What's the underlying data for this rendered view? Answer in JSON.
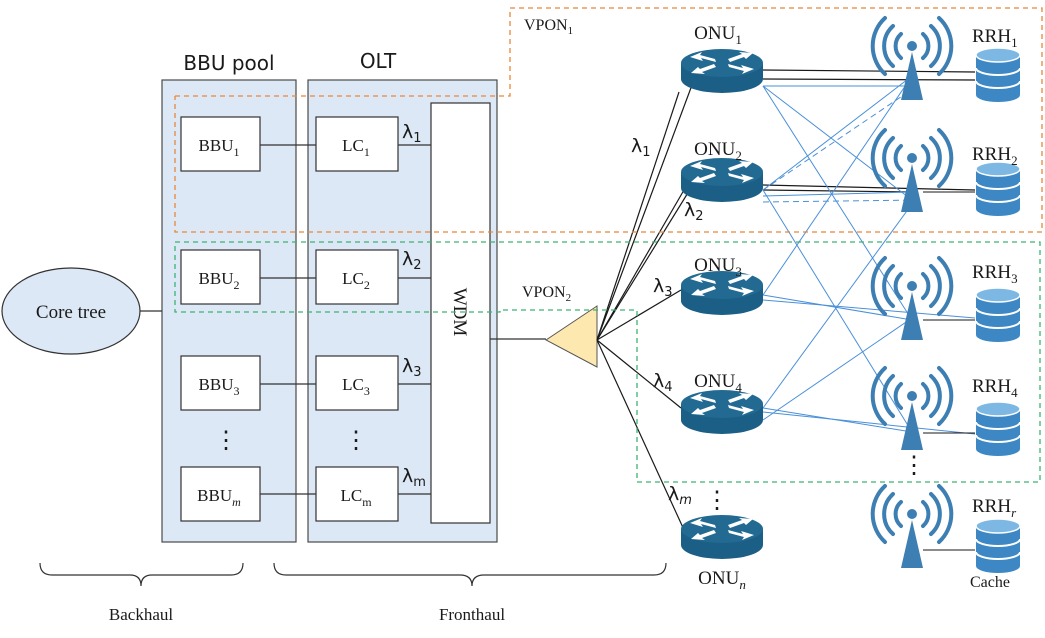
{
  "labels": {
    "bbu_pool": "BBU pool",
    "olt": "OLT",
    "core_tree": "Core tree",
    "wdm": "WDM",
    "vpon1": {
      "base": "VPON",
      "sub": "1"
    },
    "vpon2": {
      "base": "VPON",
      "sub": "2"
    },
    "backhaul": "Backhaul",
    "fronthaul": "Fronthaul",
    "cache": "Cache",
    "lambda": "λ"
  },
  "bbus": [
    {
      "base": "BBU",
      "sub": "1",
      "sub_italic": false
    },
    {
      "base": "BBU",
      "sub": "2",
      "sub_italic": false
    },
    {
      "base": "BBU",
      "sub": "3",
      "sub_italic": false
    },
    {
      "base": "BBU",
      "sub": "m",
      "sub_italic": true
    }
  ],
  "lcs": [
    {
      "base": "LC",
      "sub": "1"
    },
    {
      "base": "LC",
      "sub": "2"
    },
    {
      "base": "LC",
      "sub": "3"
    },
    {
      "base": "LC",
      "sub": "m"
    }
  ],
  "olt_lambdas": [
    "1",
    "2",
    "3",
    "m"
  ],
  "splitter_lambdas": [
    "1",
    "2",
    "3",
    "4",
    "m"
  ],
  "onus": [
    {
      "base": "ONU",
      "sub": "1",
      "sub_italic": false
    },
    {
      "base": "ONU",
      "sub": "2",
      "sub_italic": false
    },
    {
      "base": "ONU",
      "sub": "3",
      "sub_italic": false
    },
    {
      "base": "ONU",
      "sub": "4",
      "sub_italic": false
    },
    {
      "base": "ONU",
      "sub": "n",
      "sub_italic": true
    }
  ],
  "rrhs": [
    {
      "base": "RRH",
      "sub": "1",
      "sub_italic": false
    },
    {
      "base": "RRH",
      "sub": "2",
      "sub_italic": false
    },
    {
      "base": "RRH",
      "sub": "3",
      "sub_italic": false
    },
    {
      "base": "RRH",
      "sub": "4",
      "sub_italic": false
    },
    {
      "base": "RRH",
      "sub": "r",
      "sub_italic": true
    }
  ],
  "ellipsis": "⋮",
  "colors": {
    "panel_fill": "#dce8f5",
    "vpon1_border": "#e8873a",
    "vpon2_border": "#3cb371",
    "splitter": "#fde9b0",
    "core_fill": "#dce8f5",
    "link_blue": "#4a90d9",
    "device_blue": "#1b5f86"
  }
}
